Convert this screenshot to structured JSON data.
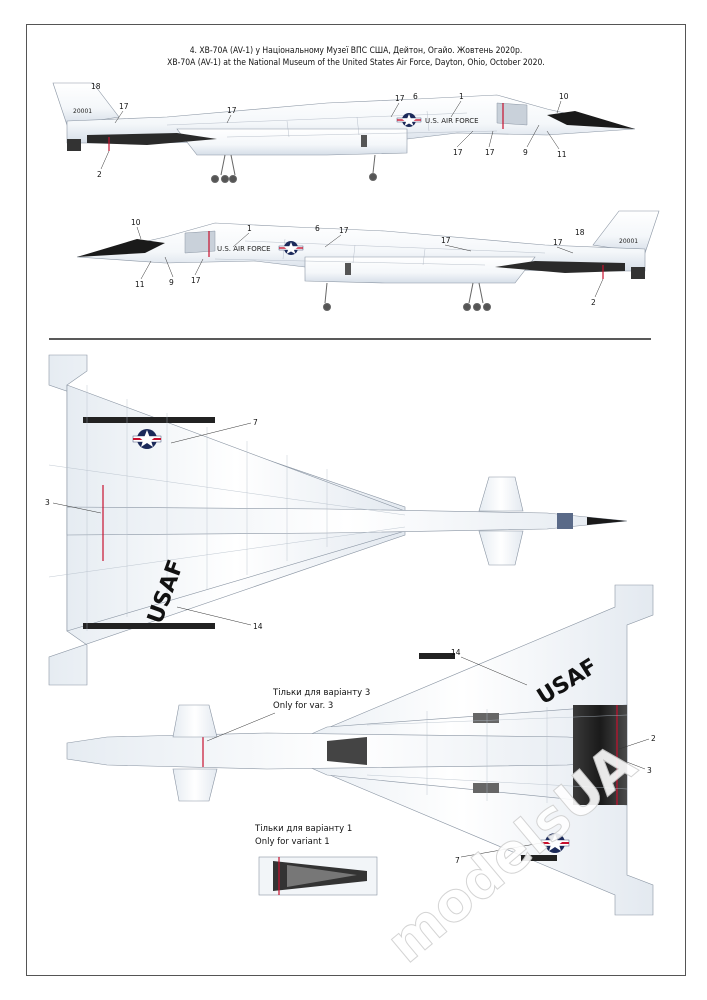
{
  "caption": {
    "line_ua": "4. XB-70A (AV-1) у Національному Музеї ВПС США, Дейтон, Огайо. Жовтень 2020р.",
    "line_en": "XB-70A (AV-1) at the National Museum of the United States Air Force, Dayton, Ohio, October 2020."
  },
  "markings": {
    "air_force_text": "U.S. AIR FORCE",
    "serial": "20001",
    "usaf_text": "USAF"
  },
  "notes": {
    "var3_ua": "Тільки для варіанту 3",
    "var3_en": "Only for var. 3",
    "var1_ua": "Тільки для варіанту 1",
    "var1_en": "Only for variant 1"
  },
  "callouts": {
    "side1": [
      "18",
      "17",
      "17",
      "17",
      "6",
      "1",
      "10",
      "2",
      "17",
      "17",
      "9",
      "11"
    ],
    "side2": [
      "10",
      "1",
      "6",
      "17",
      "17",
      "17",
      "18",
      "11",
      "9",
      "17",
      "2"
    ],
    "top": [
      "7",
      "3",
      "14"
    ],
    "bottom": [
      "14",
      "2",
      "3",
      "7"
    ]
  },
  "watermark": "modelsUA",
  "colors": {
    "insignia_blue": "#1c2a5a",
    "insignia_red": "#c8102e",
    "radome": "#1a1a1a",
    "panel_line": "#9aa4b2",
    "skin_shadow": "#dfe6ee"
  }
}
